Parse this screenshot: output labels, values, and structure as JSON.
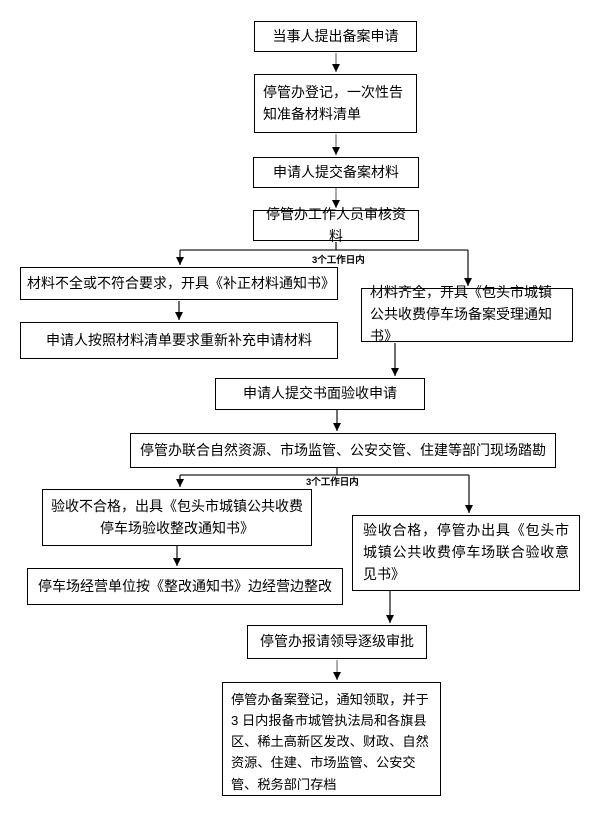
{
  "flowchart": {
    "nodes": {
      "n1": {
        "text": "当事人提出备案申请"
      },
      "n2": {
        "text": "停管办登记，一次性告知准备材料清单"
      },
      "n3": {
        "text": "申请人提交备案材料"
      },
      "n4": {
        "text": "停管办工作人员审核资料"
      },
      "n5": {
        "text": "材料不全或不符合要求，开具《补正材料通知书》"
      },
      "n6": {
        "text": "申请人按照材料清单要求重新补充申请材料"
      },
      "n7": {
        "text": "材料齐全，开具《包头市城镇公共收费停车场备案受理通知书》"
      },
      "n8": {
        "text": "申请人提交书面验收申请"
      },
      "n9": {
        "text": "停管办联合自然资源、市场监管、公安交管、住建等部门现场踏勘"
      },
      "n10": {
        "text": "验收不合格，出具《包头市城镇公共收费停车场验收整改通知书》"
      },
      "n11": {
        "text": "停车场经营单位按《整改通知书》边经营边整改"
      },
      "n12": {
        "text": "验收合格，停管办出具《包头市城镇公共收费停车场联合验收意见书》"
      },
      "n13": {
        "text": "停管办报请领导逐级审批"
      },
      "n14": {
        "text": "停管办备案登记，通知领取，并于3 日内报备市城管执法局和各旗县区、稀土高新区发改、财政、自然资源、住建、市场监管、公安交管、税务部门存档"
      }
    },
    "labels": {
      "review_deadline": "3个工作日内",
      "inspection_deadline": "3个工作日内"
    },
    "colors": {
      "background": "#ffffff",
      "box_border": "#000000",
      "text": "#000000",
      "connector_main": "#808080",
      "connector_branch": "#1f1f1f",
      "arrowhead": "#000000"
    }
  }
}
